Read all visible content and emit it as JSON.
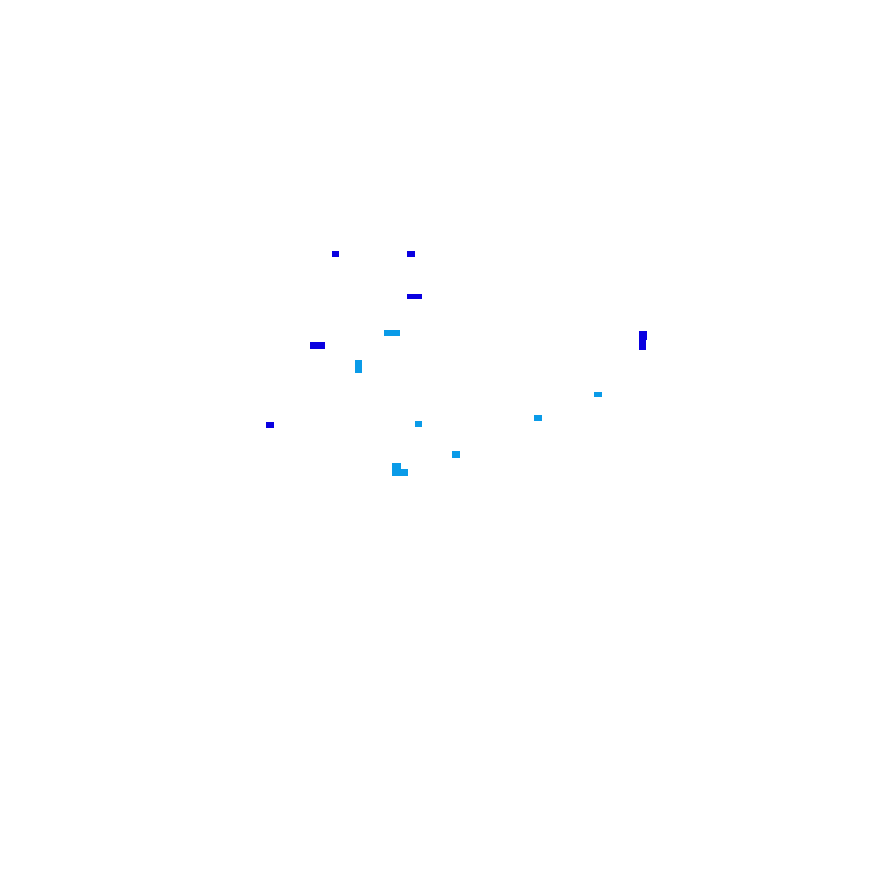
{
  "colors": {
    "background": "#ffffff",
    "dark_blue": "#0a00e0",
    "light_blue": "#0a9be8"
  },
  "marks": [
    {
      "name": "dark-blue-square",
      "color": "dark_blue"
    },
    {
      "name": "dark-blue-square",
      "color": "dark_blue"
    },
    {
      "name": "dark-blue-bar",
      "color": "dark_blue"
    },
    {
      "name": "light-blue-bar",
      "color": "light_blue"
    },
    {
      "name": "dark-blue-bar",
      "color": "dark_blue"
    },
    {
      "name": "light-blue-block",
      "color": "light_blue"
    },
    {
      "name": "dark-blue-block",
      "color": "dark_blue"
    },
    {
      "name": "dark-blue-block",
      "color": "dark_blue"
    },
    {
      "name": "light-blue-square",
      "color": "light_blue"
    },
    {
      "name": "light-blue-square",
      "color": "light_blue"
    },
    {
      "name": "dark-blue-square",
      "color": "dark_blue"
    },
    {
      "name": "light-blue-square",
      "color": "light_blue"
    },
    {
      "name": "light-blue-square",
      "color": "light_blue"
    },
    {
      "name": "light-blue-block",
      "color": "light_blue"
    },
    {
      "name": "light-blue-block",
      "color": "light_blue"
    }
  ]
}
